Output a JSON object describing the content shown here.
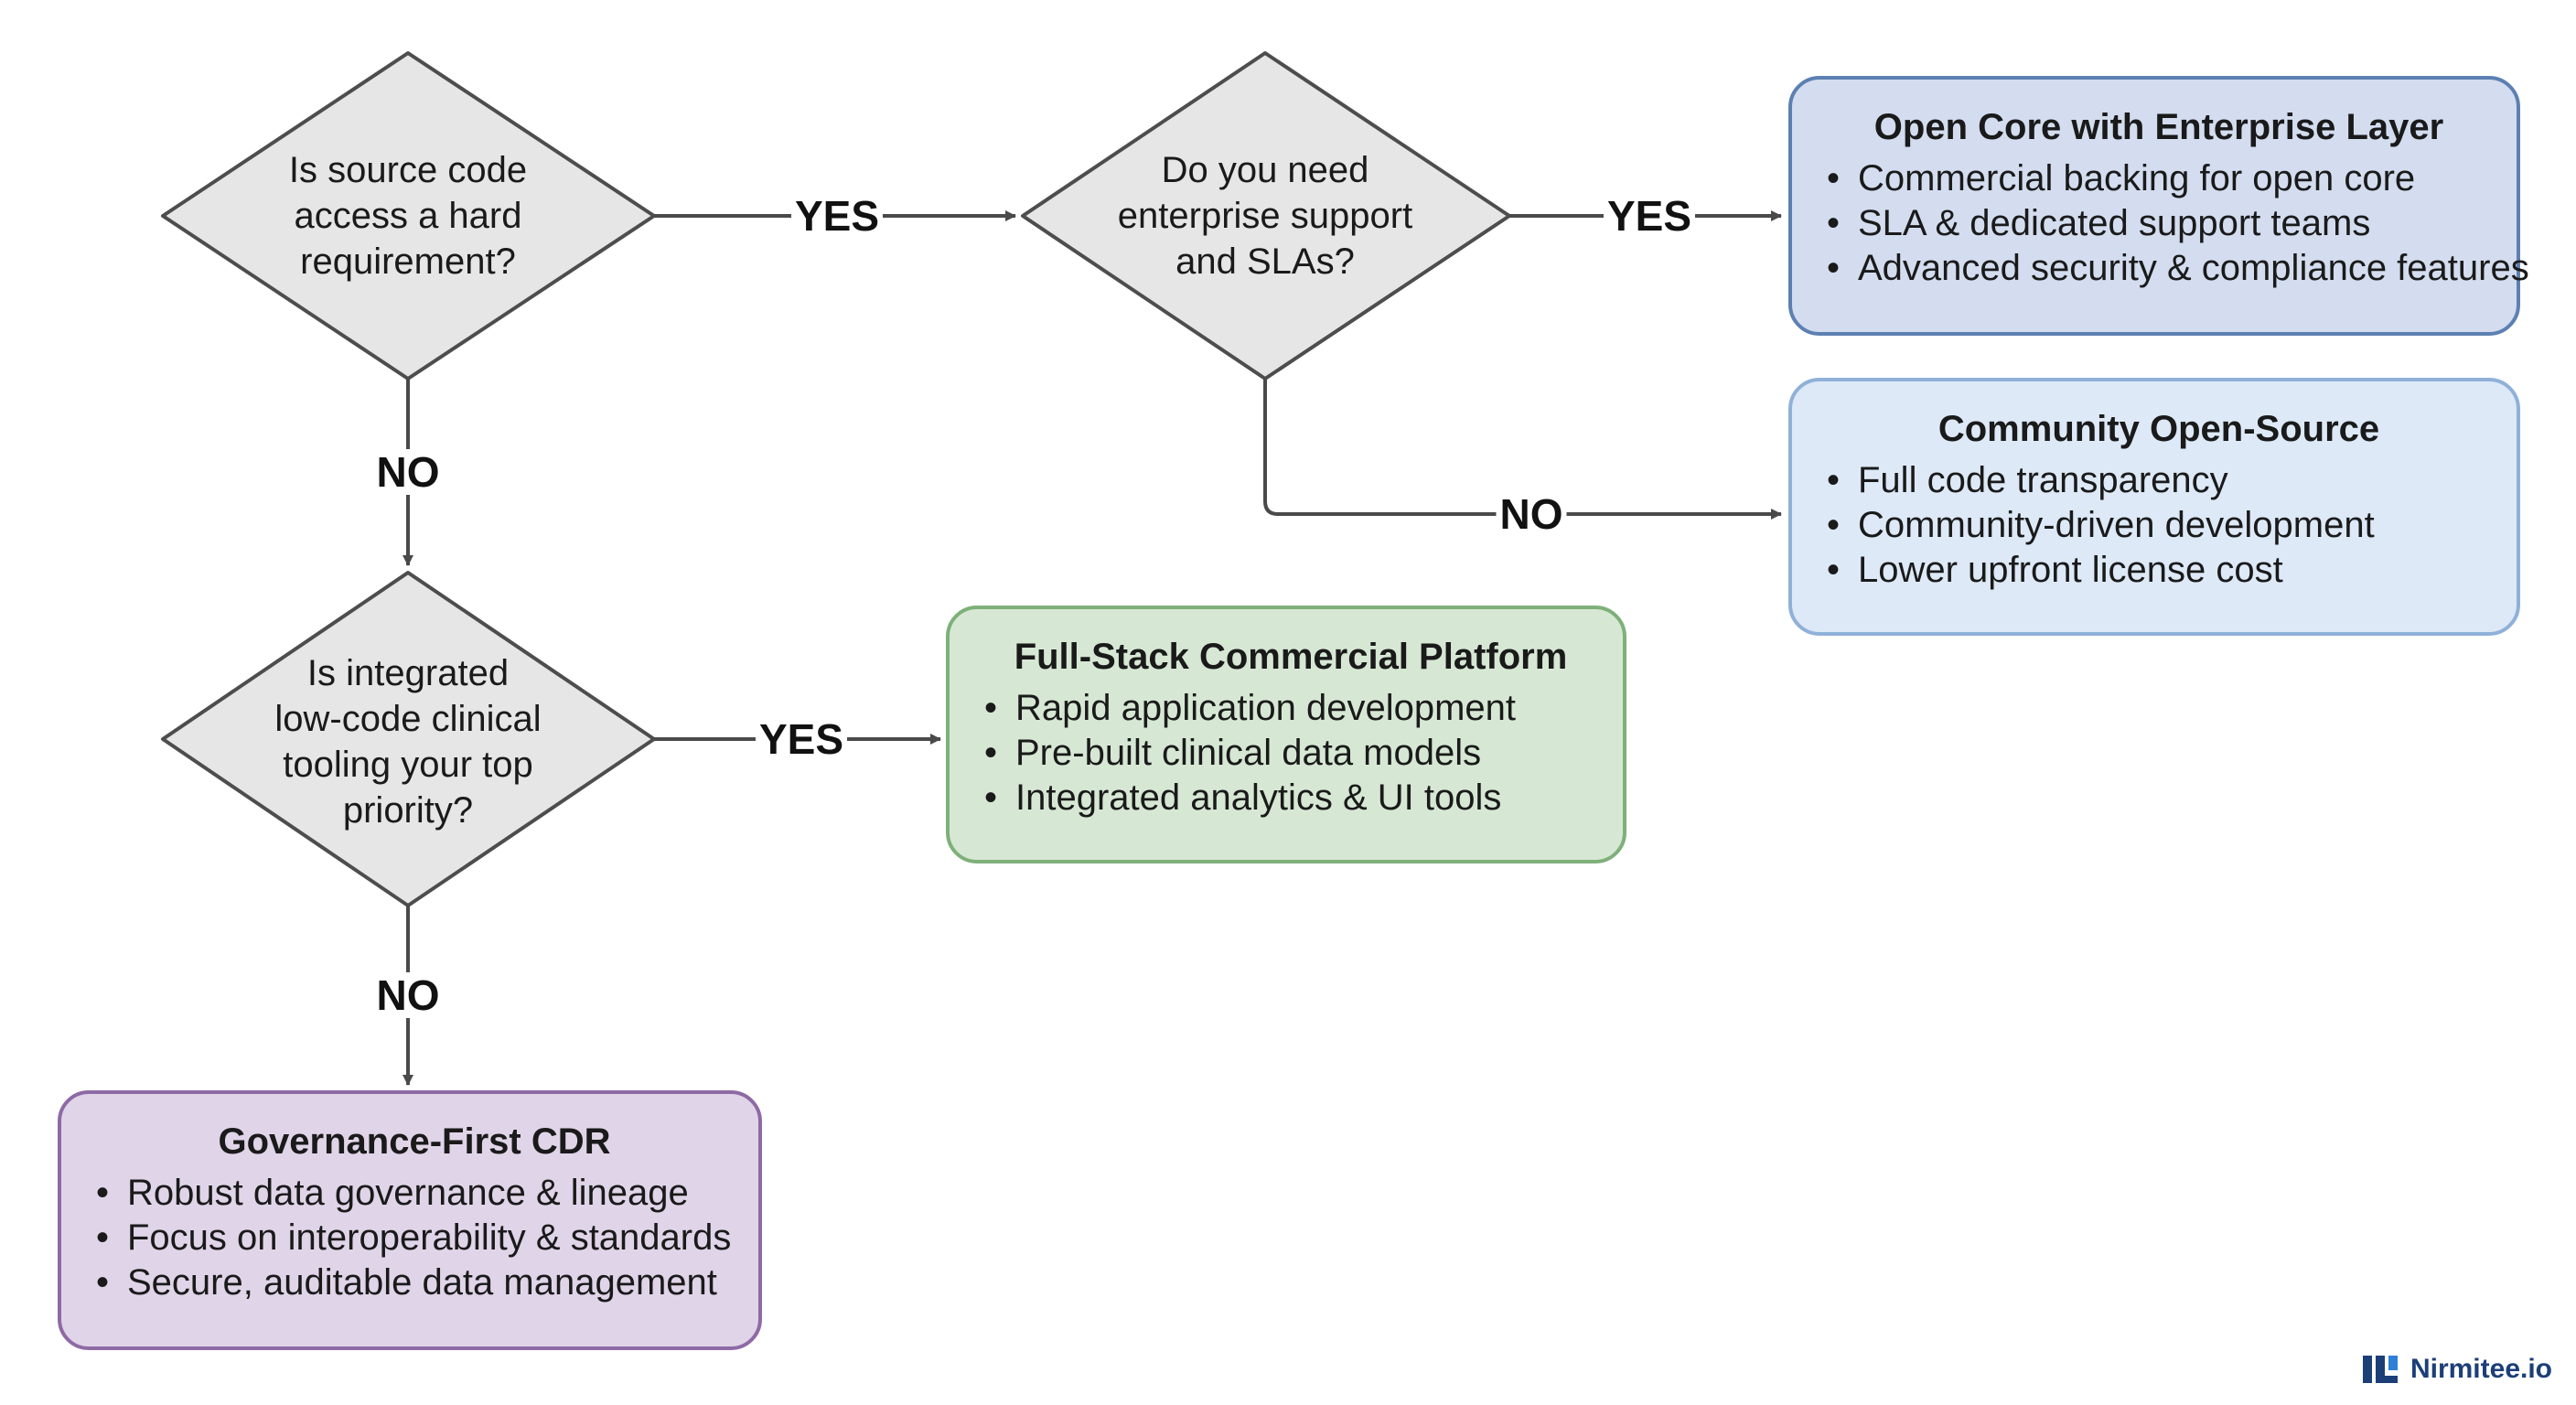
{
  "decisions": {
    "d1": "Is source code\naccess a hard\nrequirement?",
    "d2": "Do you need\nenterprise support\nand SLAs?",
    "d3": "Is integrated\nlow-code clinical\ntooling your top\npriority?"
  },
  "edge_labels": {
    "d1_yes": "YES",
    "d2_yes": "YES",
    "d2_no": "NO",
    "d1_no": "NO",
    "d3_yes": "YES",
    "d3_no": "NO"
  },
  "outcomes": {
    "open_core": {
      "title": "Open Core with Enterprise Layer",
      "items": [
        "Commercial backing for open core",
        "SLA & dedicated support teams",
        "Advanced security & compliance features"
      ]
    },
    "community": {
      "title": "Community Open-Source",
      "items": [
        "Full code transparency",
        "Community-driven development",
        "Lower upfront license cost"
      ]
    },
    "full_stack": {
      "title": "Full-Stack Commercial Platform",
      "items": [
        "Rapid application development",
        "Pre-built clinical data models",
        "Integrated analytics & UI tools"
      ]
    },
    "governance": {
      "title": "Governance-First CDR",
      "items": [
        "Robust data governance & lineage",
        "Focus on interoperability & standards",
        "Secure, auditable data management"
      ]
    }
  },
  "brand": {
    "name": "Nirmitee.io",
    "logo_icon": "nirmitee-logo-icon"
  },
  "colors": {
    "diamond_fill": "#e6e6e6",
    "diamond_stroke": "#4d4d4d",
    "connector": "#4a4a4a",
    "open_core_fill": "#d3ddef",
    "community_fill": "#dde9f7",
    "full_stack_fill": "#d6e8d4",
    "governance_fill": "#e0d5e8",
    "brand": "#1c3f78"
  }
}
